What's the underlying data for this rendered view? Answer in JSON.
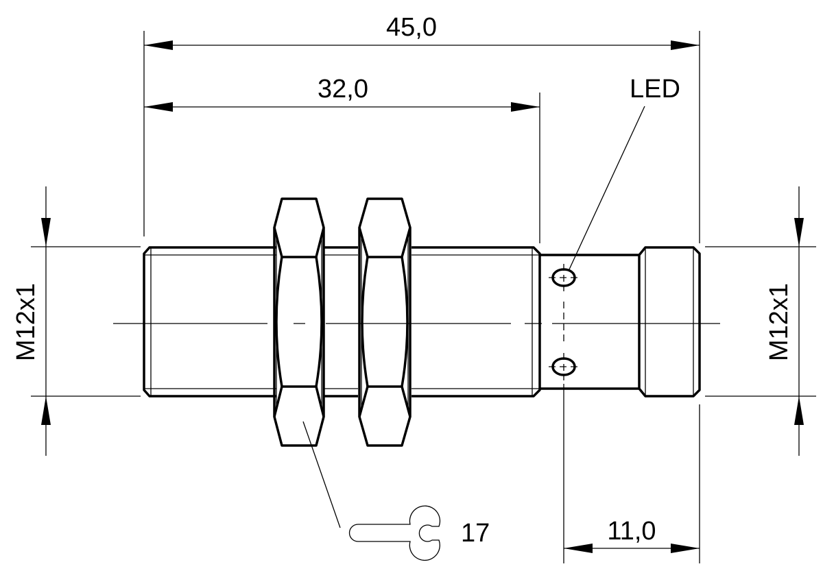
{
  "drawing": {
    "dim_overall_length": "45,0",
    "dim_thread_length": "32,0",
    "dim_connector_length": "11,0",
    "label_led": "LED",
    "thread_left": "M12x1",
    "thread_right": "M12x1",
    "wrench_size": "17",
    "line_color": "#000000",
    "background_color": "#ffffff"
  }
}
